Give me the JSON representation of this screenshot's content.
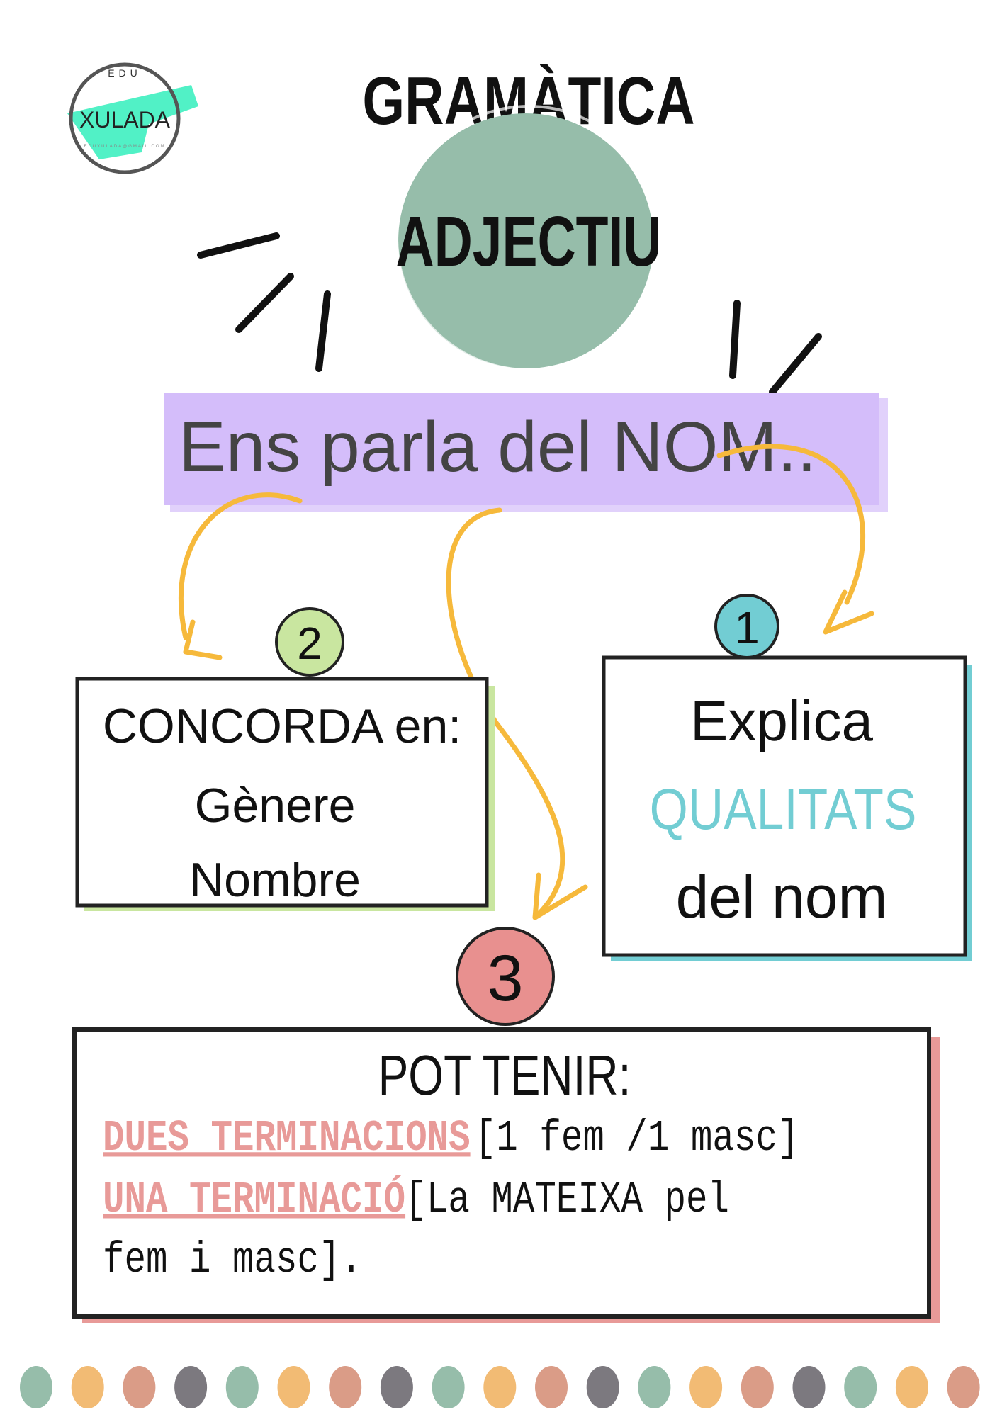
{
  "logo": {
    "top": "EDU",
    "name": "XULADA",
    "bottom": "EDUXULADA@GMAIL.COM",
    "accent": "#3ef0c0"
  },
  "title": "GRAMÀTICA",
  "topic": {
    "label": "ADJECTIU",
    "color": "#96bdaa"
  },
  "banner": {
    "text": "Ens parla del NOM..",
    "color": "#d4bdfa"
  },
  "points": [
    {
      "number": "1",
      "color": "#72cdd3",
      "lines": [
        "Explica",
        "QUALITATS",
        "del nom"
      ]
    },
    {
      "number": "2",
      "color": "#c9e6a0",
      "lines": [
        "CONCORDA en:",
        "Gènere",
        "Nombre"
      ]
    },
    {
      "number": "3",
      "color": "#e8908f",
      "heading": "POT TENIR:",
      "items": [
        {
          "term": "DUES TERMINACIONS",
          "detail": "[1 fem /1 masc]"
        },
        {
          "term": "UNA TERMINACIÓ",
          "detail": "[La MATEIXA pel",
          "detail_cont": "fem i masc]."
        }
      ]
    }
  ],
  "colors": {
    "arrow": "#f6b93b",
    "term": "#e89a98",
    "qualitats": "#72cdd3"
  },
  "dots": [
    "#96bdaa",
    "#f2bb74",
    "#da9c87",
    "#7c797f"
  ]
}
